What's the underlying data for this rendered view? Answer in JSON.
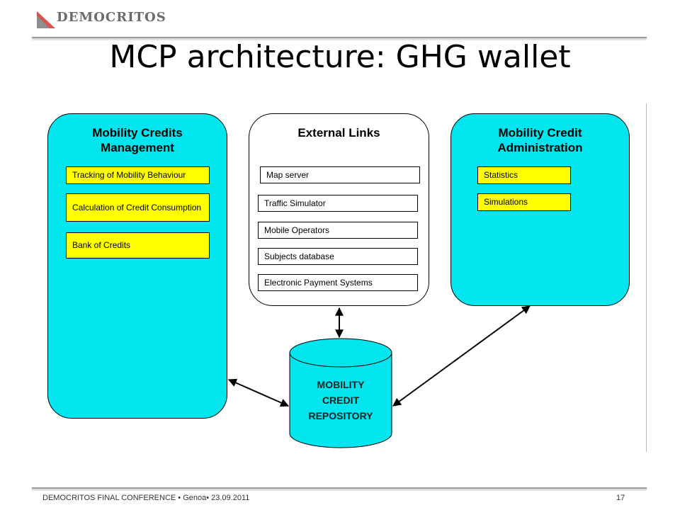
{
  "header": {
    "logo_text": "DEMOCRITOS",
    "title": "MCP architecture: GHG wallet"
  },
  "panels": {
    "management": {
      "title": "Mobility Credits Management",
      "items": [
        "Tracking of Mobility Behaviour",
        "Calculation of Credit Consumption",
        "Bank of Credits"
      ]
    },
    "external": {
      "title": "External Links",
      "items": [
        "Map server",
        "Traffic Simulator",
        "Mobile Operators",
        "Subjects database",
        "Electronic Payment Systems"
      ]
    },
    "administration": {
      "title": "Mobility Credit Administration",
      "items": [
        "Statistics",
        "Simulations"
      ]
    }
  },
  "repository": {
    "label_lines": [
      "MOBILITY",
      "CREDIT",
      "REPOSITORY"
    ]
  },
  "footer": {
    "text": "DEMOCRITOS FINAL CONFERENCE • Genoa• 23.09.2011",
    "page": "17"
  },
  "colors": {
    "panel_fill": "#00e5ee",
    "item_fill": "#ffff00"
  }
}
